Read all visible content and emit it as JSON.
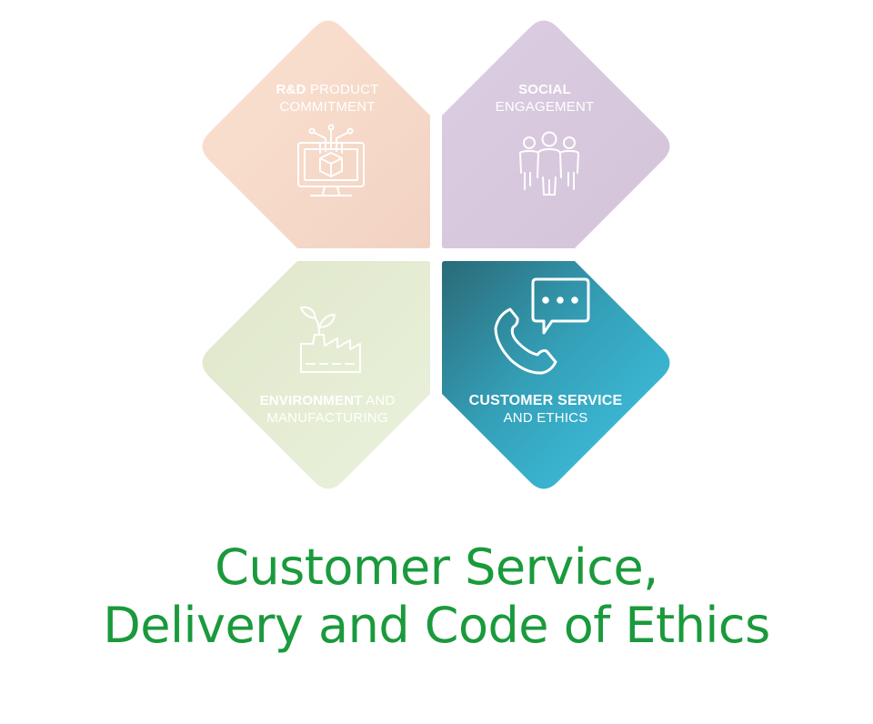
{
  "petals": {
    "rd": {
      "bold": "R&D",
      "rest1": " PRODUCT",
      "line2": "COMMITMENT",
      "icon": "monitor-cube-icon"
    },
    "social": {
      "line1": "SOCIAL",
      "line2": "ENGAGEMENT",
      "icon": "people-group-icon"
    },
    "environment": {
      "bold": "ENVIRONMENT",
      "rest1": " AND",
      "line2": "MANUFACTURING",
      "icon": "factory-leaf-icon"
    },
    "customer": {
      "line1": "CUSTOMER SERVICE",
      "line2": "AND ETHICS",
      "icon": "phone-chat-icon",
      "active": true
    }
  },
  "caption": {
    "line1": "Customer Service,",
    "line2": "Delivery and Code of Ethics"
  },
  "colors": {
    "rd": "#f7d6c4",
    "social": "#d8c9df",
    "environment": "#e3ecd2",
    "customer_start": "#2b6f7d",
    "customer_end": "#3ec3e4",
    "caption": "#1a9a3c"
  }
}
